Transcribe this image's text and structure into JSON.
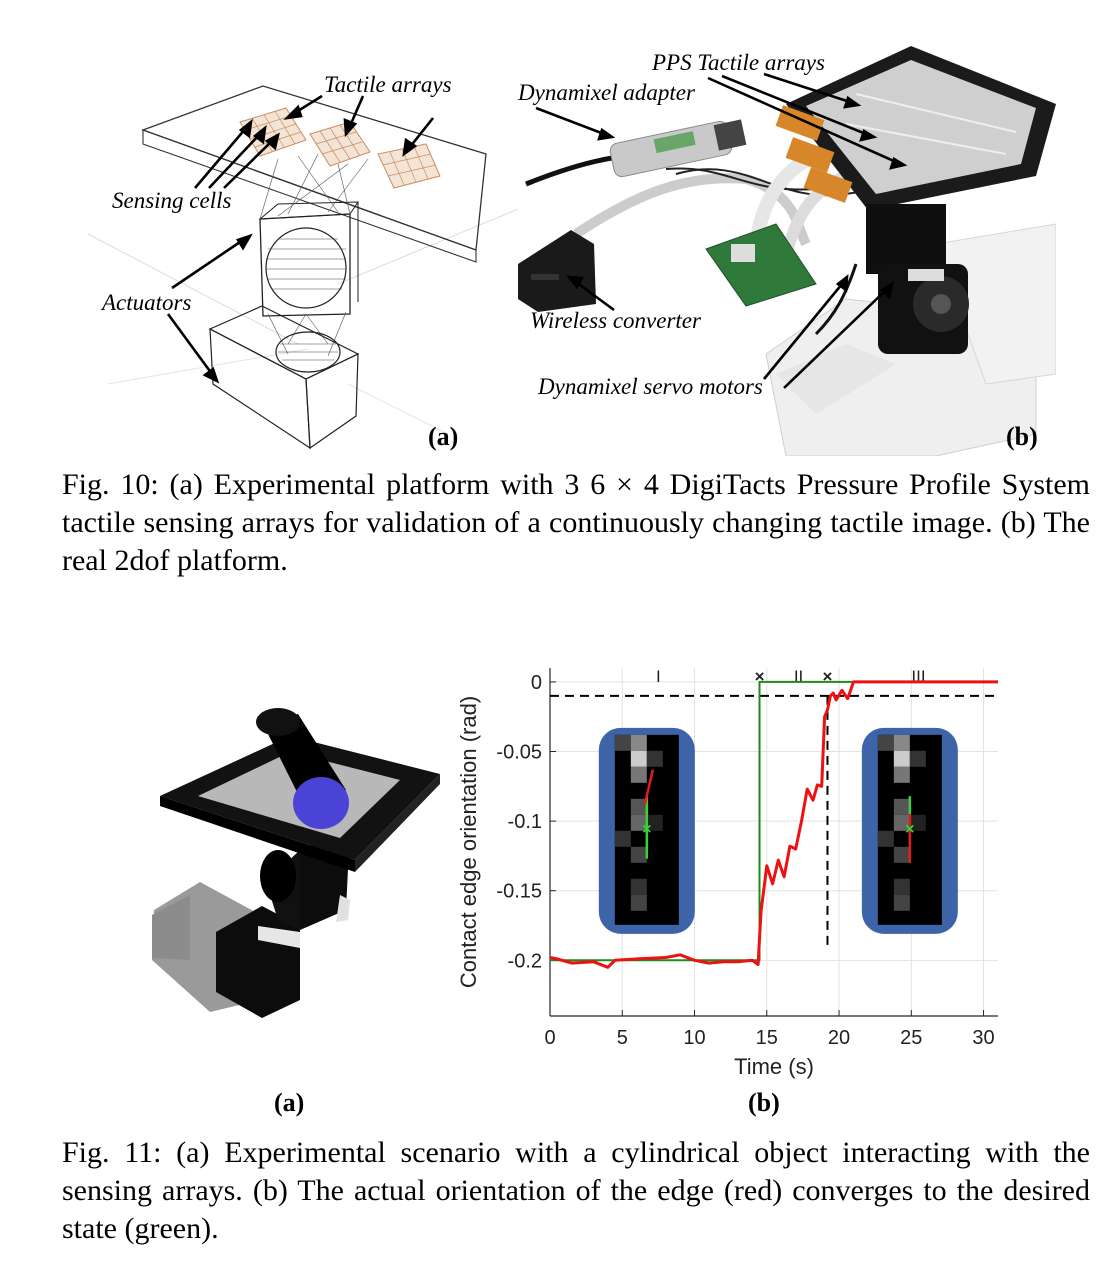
{
  "fig10": {
    "panel_a": {
      "labels": {
        "tactile_arrays": "Tactile arrays",
        "sensing_cells": "Sensing cells",
        "actuators": "Actuators"
      },
      "sublabel": "(a)"
    },
    "panel_b": {
      "labels": {
        "pps_tactile_arrays": "PPS Tactile arrays",
        "dynamixel_adapter": "Dynamixel adapter",
        "wireless_converter": "Wireless converter",
        "dynamixel_servo_motors": "Dynamixel servo motors"
      },
      "sublabel": "(b)"
    },
    "caption": "Fig. 10: (a) Experimental platform with 3 6 × 4 DigiTacts Pressure Profile System tactile sensing arrays for validation of a continuously changing tactile image. (b) The real 2dof platform."
  },
  "fig11": {
    "panel_a": {
      "sublabel": "(a)"
    },
    "panel_b": {
      "sublabel": "(b)"
    },
    "caption": "Fig. 11: (a) Experimental scenario with a cylindrical object interacting with the sensing arrays. (b) The actual orientation of the edge (red) converges to the desired state (green)."
  },
  "chart_data": {
    "type": "line",
    "xlabel": "Time (s)",
    "ylabel": "Contact edge orientation (rad)",
    "xlim": [
      0,
      31
    ],
    "ylim": [
      -0.24,
      0.01
    ],
    "xticks": [
      0,
      5,
      10,
      15,
      20,
      25,
      30
    ],
    "yticks": [
      0,
      -0.05,
      -0.1,
      -0.15,
      -0.2
    ],
    "ytick_labels": [
      "0",
      "-0.05",
      "-0.1",
      "-0.15",
      "-0.2"
    ],
    "grid": true,
    "phases": [
      "I",
      "II",
      "III"
    ],
    "phase_markers": [
      "×",
      "×"
    ],
    "phase_marker_x": [
      14.5,
      19.2
    ],
    "threshold_y": -0.01,
    "vertical_dashed_x": 19.2,
    "series": [
      {
        "color": "#1e8a1e",
        "x": [
          0,
          14.5,
          14.5,
          31
        ],
        "y": [
          -0.2,
          -0.2,
          0.0,
          0.0
        ]
      },
      {
        "color": "#ee1111",
        "x": [
          0,
          0.5,
          1.5,
          3,
          4,
          4.5,
          6,
          8,
          9,
          10,
          11,
          12,
          13,
          14,
          14.4,
          14.6,
          15,
          15.4,
          15.8,
          16.2,
          16.6,
          17.0,
          17.4,
          17.8,
          18.2,
          18.5,
          18.8,
          19.0,
          19.2,
          19.4,
          19.6,
          19.8,
          20.2,
          20.6,
          21,
          31
        ],
        "y": [
          -0.198,
          -0.199,
          -0.202,
          -0.201,
          -0.205,
          -0.2,
          -0.199,
          -0.198,
          -0.196,
          -0.2,
          -0.202,
          -0.201,
          -0.201,
          -0.2,
          -0.203,
          -0.165,
          -0.132,
          -0.145,
          -0.128,
          -0.14,
          -0.118,
          -0.12,
          -0.1,
          -0.077,
          -0.085,
          -0.074,
          -0.075,
          -0.025,
          -0.02,
          -0.01,
          -0.008,
          -0.013,
          -0.006,
          -0.012,
          0.0,
          0.0
        ]
      }
    ]
  }
}
